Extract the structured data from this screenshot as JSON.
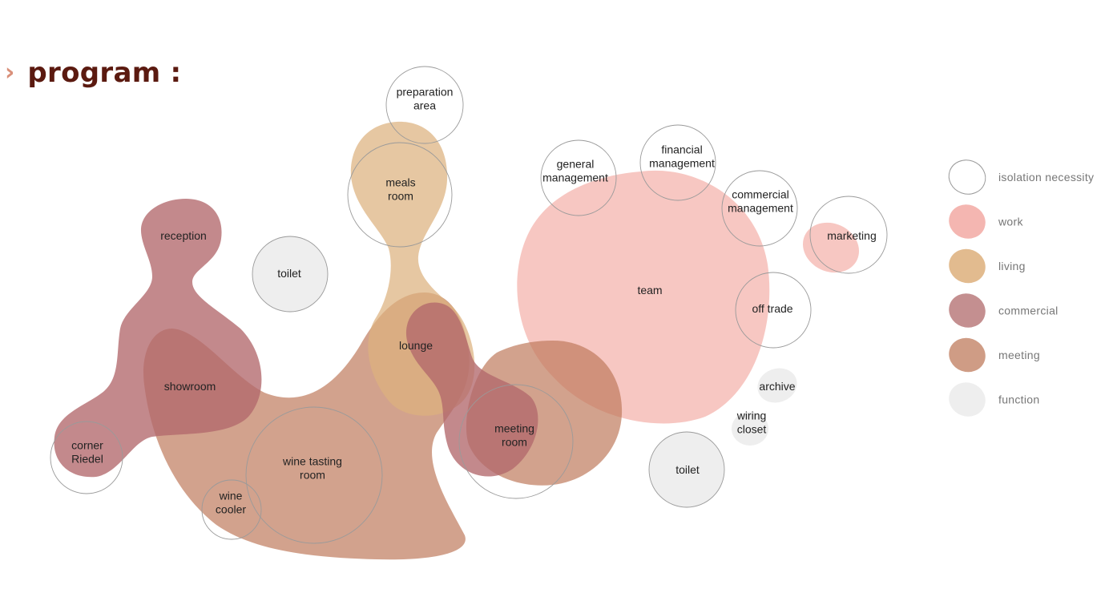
{
  "header": {
    "chevron": "›",
    "title": "program :"
  },
  "colors": {
    "work": "#f2a59d",
    "living": "#ddb17e",
    "commercial": "#b2686c",
    "meeting": "#bf7b5c",
    "showroom_overlap": "#a94b40",
    "lounge_overlap": "#b3543f",
    "function": "#eeeeee",
    "outline": "#9a9a9a"
  },
  "spaces": {
    "preparation_area": [
      "preparation",
      "area"
    ],
    "meals_room": [
      "meals",
      "room"
    ],
    "reception": [
      "reception"
    ],
    "toilet_1": [
      "toilet"
    ],
    "lounge": [
      "lounge"
    ],
    "showroom": [
      "showroom"
    ],
    "corner_riedel": [
      "corner",
      "Riedel"
    ],
    "wine_tasting_room": [
      "wine tasting",
      "room"
    ],
    "wine_cooler": [
      "wine",
      "cooler"
    ],
    "meeting_room": [
      "meeting",
      "room"
    ],
    "general_management": [
      "general",
      "management"
    ],
    "financial_management": [
      "financial",
      "management"
    ],
    "commercial_management": [
      "commercial",
      "management"
    ],
    "marketing": [
      "marketing"
    ],
    "team": [
      "team"
    ],
    "off_trade": [
      "off trade"
    ],
    "archive": [
      "archive"
    ],
    "wiring_closet": [
      "wiring",
      "closet"
    ],
    "toilet_2": [
      "toilet"
    ]
  },
  "legend": [
    {
      "key": "isolation",
      "label": "isolation necessity",
      "fill": "none"
    },
    {
      "key": "work",
      "label": "work",
      "fill": "#f4b6b1"
    },
    {
      "key": "living",
      "label": "living",
      "fill": "#e2bb8f"
    },
    {
      "key": "commercial",
      "label": "commercial",
      "fill": "#c48f90"
    },
    {
      "key": "meeting",
      "label": "meeting",
      "fill": "#cf9c85"
    },
    {
      "key": "function",
      "label": "function",
      "fill": "#eeeeee"
    }
  ]
}
